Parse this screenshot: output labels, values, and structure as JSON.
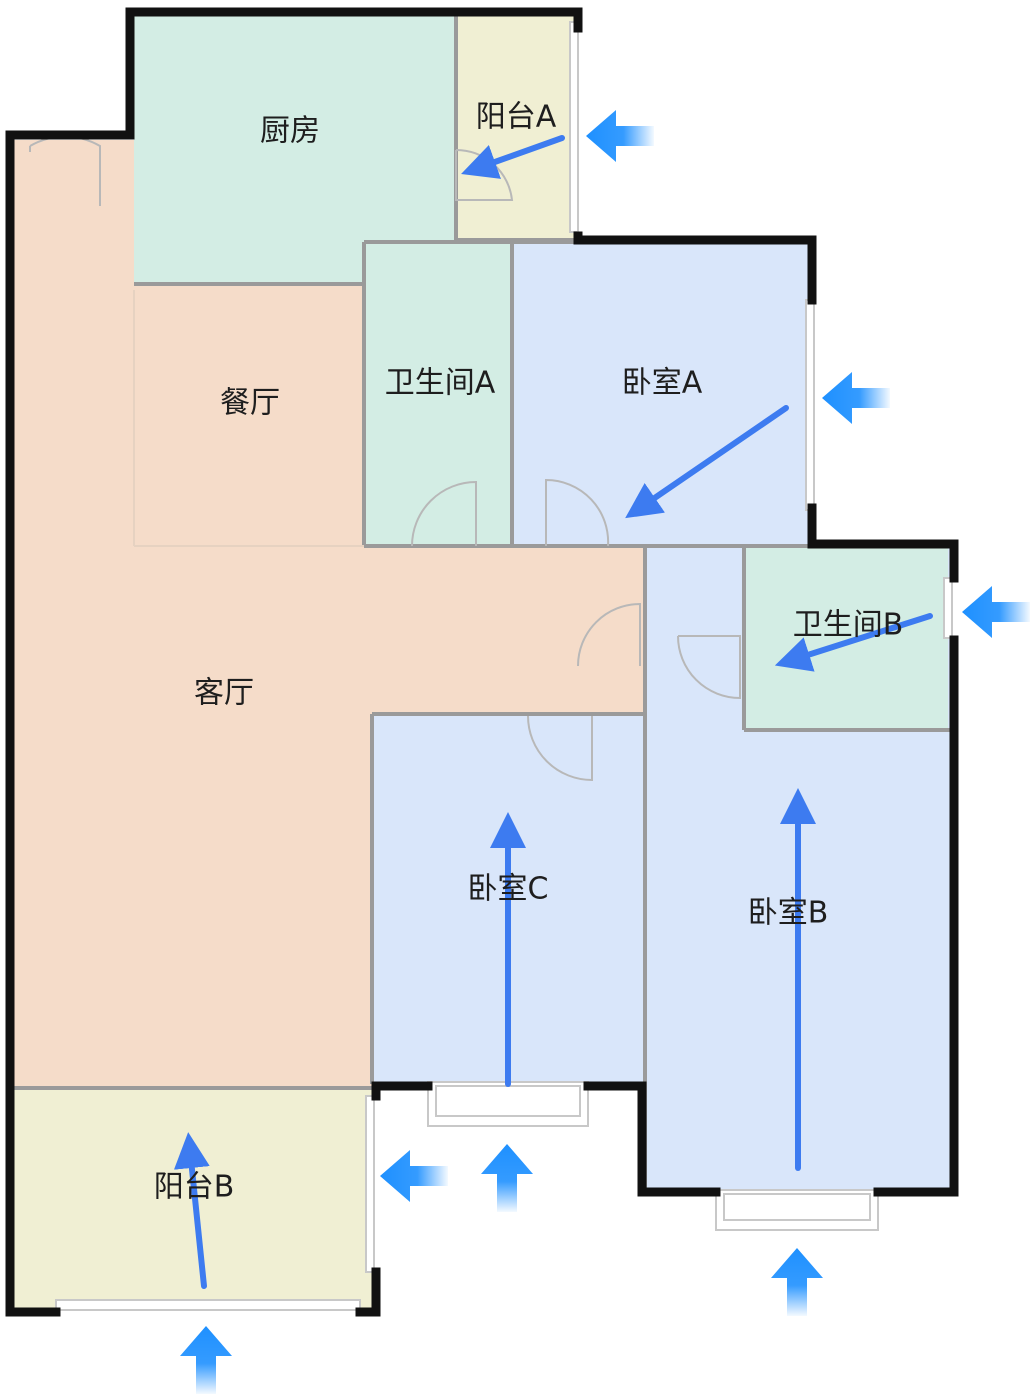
{
  "rooms": {
    "kitchen": "厨房",
    "balcony_a": "阳台A",
    "dining": "餐厅",
    "bathroom_a": "卫生间A",
    "bedroom_a": "卧室A",
    "bathroom_b": "卫生间B",
    "living": "客厅",
    "bedroom_c": "卧室C",
    "bedroom_b": "卧室B",
    "balcony_b": "阳台B"
  },
  "colors": {
    "kitchen": "#d3ede4",
    "bathroom": "#d3ede4",
    "balcony": "#f0efd3",
    "living": "#f5dcc9",
    "bedroom": "#d9e6fa",
    "flow_arrow": "#3d7bf0",
    "wind_arrow": "#1e90ff"
  },
  "icons": {
    "wind_arrow": "wind-direction-arrow-icon",
    "flow_arrow": "airflow-arrow-icon"
  }
}
